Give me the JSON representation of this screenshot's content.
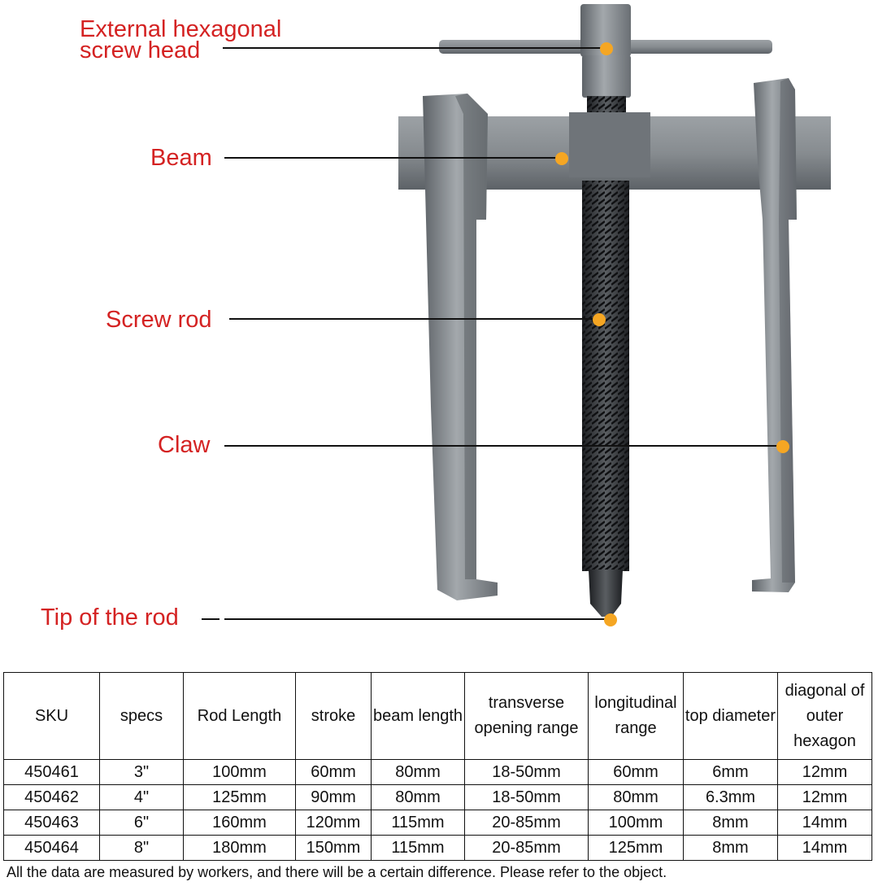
{
  "diagram": {
    "labels": [
      {
        "key": "hex_head",
        "text": "External hexagonal screw head"
      },
      {
        "key": "beam",
        "text": "Beam"
      },
      {
        "key": "screw_rod",
        "text": "Screw rod"
      },
      {
        "key": "claw",
        "text": "Claw"
      },
      {
        "key": "tip",
        "text": "Tip of the rod"
      }
    ],
    "label_color": "#d42222",
    "marker_color": "#f5a623",
    "metal_color": "#7f858a"
  },
  "table": {
    "headers": [
      "SKU",
      "specs",
      "Rod Length",
      "stroke",
      "beam length",
      "transverse opening range",
      "longitudinal range",
      "top diameter",
      "diagonal of outer hexagon"
    ],
    "rows": [
      [
        "450461",
        "3\"",
        "100mm",
        "60mm",
        "80mm",
        "18-50mm",
        "60mm",
        "6mm",
        "12mm"
      ],
      [
        "450462",
        "4\"",
        "125mm",
        "90mm",
        "80mm",
        "18-50mm",
        "80mm",
        "6.3mm",
        "12mm"
      ],
      [
        "450463",
        "6\"",
        "160mm",
        "120mm",
        "115mm",
        "20-85mm",
        "100mm",
        "8mm",
        "14mm"
      ],
      [
        "450464",
        "8\"",
        "180mm",
        "150mm",
        "115mm",
        "20-85mm",
        "125mm",
        "8mm",
        "14mm"
      ]
    ]
  },
  "note": "All the data are measured by workers, and there will be a certain difference. Please refer to the object."
}
